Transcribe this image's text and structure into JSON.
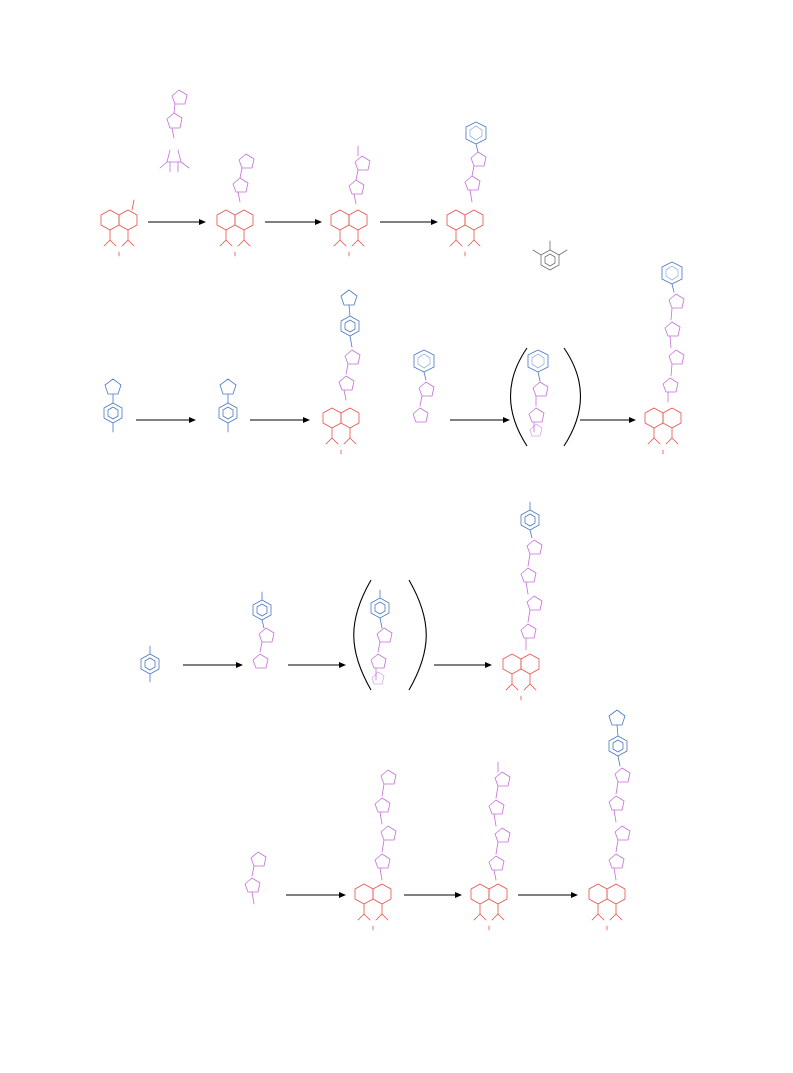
{
  "colors": {
    "core": "#e8504a",
    "thiophene": "#c46fd8",
    "aryl": "#4a78c2",
    "gray": "#6f6f6f",
    "arrow": "#000000"
  },
  "structures": [
    {
      "kind": "core-naphthalimide",
      "color": "core"
    },
    {
      "kind": "thiophene",
      "color": "thiophene"
    },
    {
      "kind": "boronate-ester",
      "color": "thiophene"
    },
    {
      "kind": "phenyl",
      "color": "aryl"
    },
    {
      "kind": "pyrrolidinyl",
      "color": "aryl"
    },
    {
      "kind": "tolyl",
      "color": "aryl"
    },
    {
      "kind": "trimethylbenzene",
      "color": "gray"
    }
  ]
}
